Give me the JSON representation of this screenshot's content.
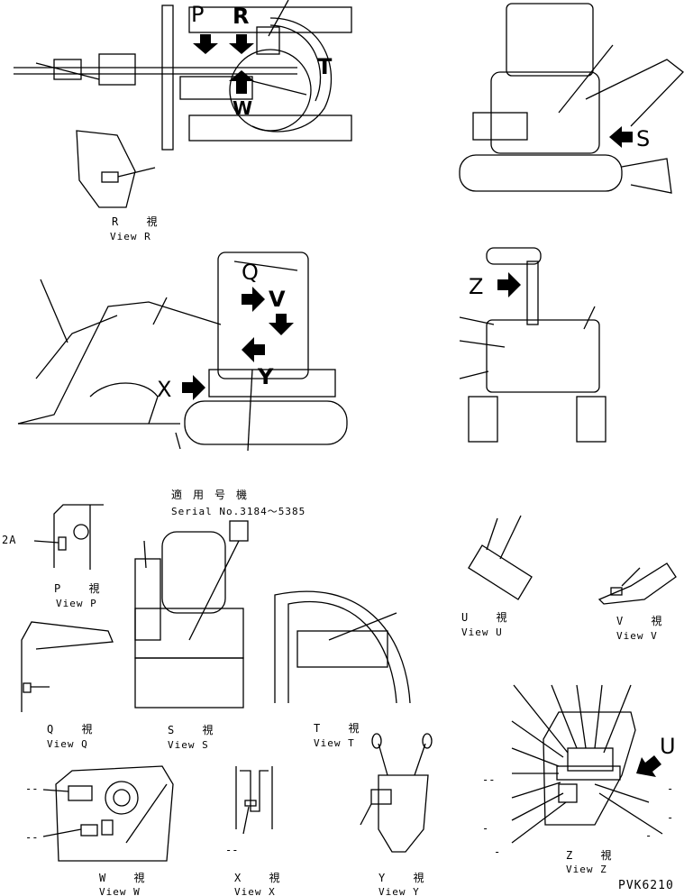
{
  "diagram": {
    "drawing_code": "PVK6210",
    "applicable_serial_jp": "適用号機",
    "applicable_serial_en": "Serial No.3184〜5385",
    "callout_letters": [
      "P",
      "R",
      "T",
      "W",
      "S",
      "Q",
      "V",
      "Y",
      "X",
      "Z",
      "U"
    ],
    "side_label_2a": "2A",
    "dash_marks": [
      "--",
      "--",
      "--",
      "--",
      "-",
      "-",
      "-",
      "-",
      "-"
    ],
    "views": [
      {
        "key": "R",
        "jp": "R 視",
        "en": "View R"
      },
      {
        "key": "P",
        "jp": "P 視",
        "en": "View P"
      },
      {
        "key": "Q",
        "jp": "Q 視",
        "en": "View Q"
      },
      {
        "key": "S",
        "jp": "S 視",
        "en": "View S"
      },
      {
        "key": "T",
        "jp": "T 視",
        "en": "View T"
      },
      {
        "key": "U",
        "jp": "U 視",
        "en": "View U"
      },
      {
        "key": "V",
        "jp": "V 視",
        "en": "View V"
      },
      {
        "key": "W",
        "jp": "W 視",
        "en": "View W"
      },
      {
        "key": "X",
        "jp": "X 視",
        "en": "View X"
      },
      {
        "key": "Y",
        "jp": "Y 視",
        "en": "View Y"
      },
      {
        "key": "Z",
        "jp": "Z 視",
        "en": "View Z"
      }
    ]
  }
}
